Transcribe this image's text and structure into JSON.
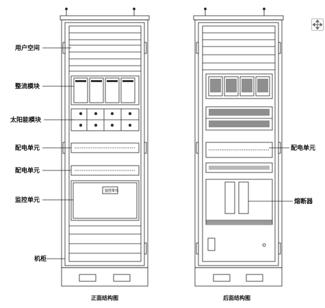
{
  "captions": {
    "front": "正面结构图",
    "back": "后面结构图"
  },
  "front_labels": {
    "user_space": "用户空间",
    "rectifier": "整流模块",
    "solar": "太阳能模块",
    "dist1": "配电单元",
    "dist2": "配电单元",
    "monitor": "监控单元",
    "cabinet": "机柜"
  },
  "back_labels": {
    "dist": "配电单元",
    "fuse": "熔断器"
  },
  "monitor_screen": "监控单元",
  "icons": {
    "move": "move-arrows-icon"
  }
}
